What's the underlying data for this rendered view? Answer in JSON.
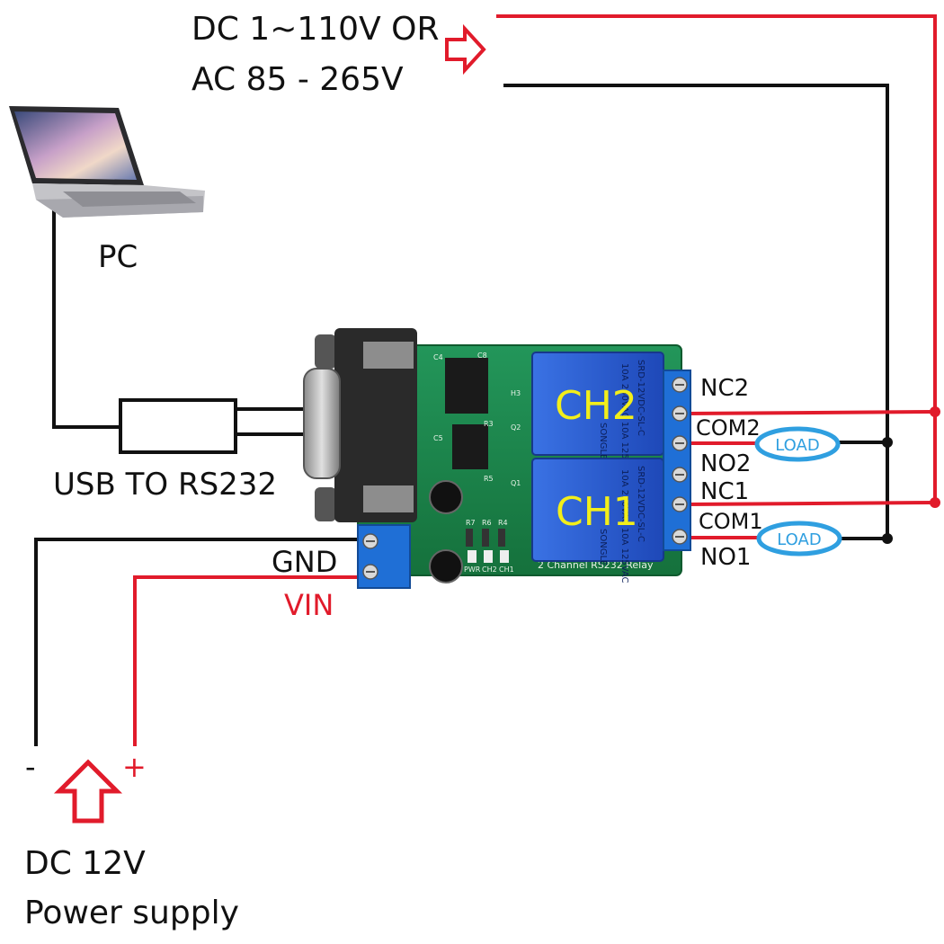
{
  "labels": {
    "input_line1": "DC 1~110V OR",
    "input_line2": "AC 85 - 265V",
    "pc": "PC",
    "usb_converter": "USB TO RS232",
    "gnd": "GND",
    "vin": "VIN",
    "minus": "-",
    "plus": "+",
    "supply_line1": "DC 12V",
    "supply_line2": "Power supply"
  },
  "terminals": {
    "nc2": "NC2",
    "com2": "COM2",
    "no2": "NO2",
    "nc1": "NC1",
    "com1": "COM1",
    "no1": "NO1"
  },
  "loads": {
    "load1": "LOAD",
    "load2": "LOAD"
  },
  "board": {
    "ch2": "CH2",
    "ch1": "CH1",
    "silkscreen": "2 Channel RS232 Relay",
    "relay_brand": "SONGLE",
    "relay_model": "SRD-12VDC-SL-C",
    "relay_rating": "10A 250VAC 10A 125VAC",
    "led_pwr": "PWR",
    "led_ch2": "CH2",
    "led_ch1": "CH1"
  },
  "colors": {
    "wire_red": "#e11b2b",
    "wire_black": "#111111",
    "pcb_green": "#1f8a4a",
    "relay_blue": "#2f5fd0",
    "terminal_blue": "#1f6fd6",
    "channel_label": "#f2ee1a",
    "load_oval": "#2f9fe0"
  }
}
